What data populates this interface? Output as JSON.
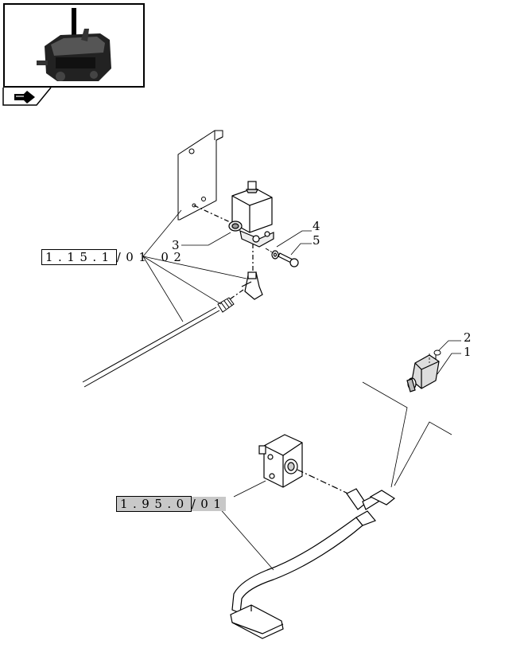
{
  "thumbnail": {
    "icon": "engine-thumbnail-icon",
    "nav_icon": "next-page-arrow-icon"
  },
  "references": {
    "top_ref_prefix": "1.15.1",
    "top_ref_suffix": "/01",
    "top_ref_extra": "02",
    "bottom_ref_prefix": "1.95.0",
    "bottom_ref_suffix": "/01"
  },
  "callouts": {
    "c1": "1",
    "c2": "2",
    "c3": "3",
    "c4": "4",
    "c5": "5"
  }
}
